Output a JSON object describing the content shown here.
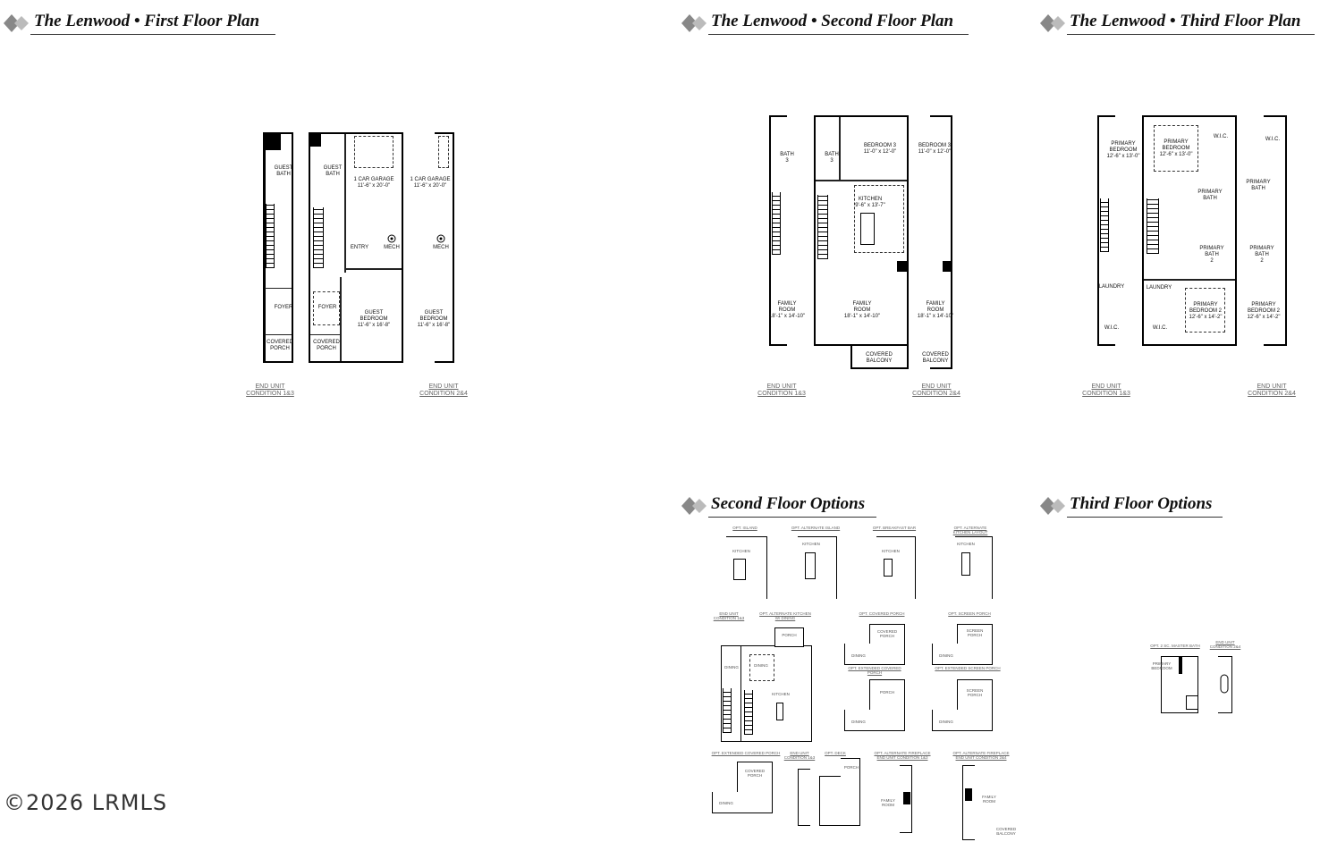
{
  "headers": {
    "first": "The Lenwood • First Floor Plan",
    "second": "The Lenwood • Second Floor Plan",
    "third": "The Lenwood • Third Floor Plan",
    "second_opts": "Second Floor Options",
    "third_opts": "Third Floor Options"
  },
  "first_floor": {
    "guest_bath_a": "GUEST\nBATH",
    "guest_bath_b": "GUEST\nBATH",
    "garage_b": "1 CAR GARAGE\n11'-6\" x 20'-0\"",
    "garage_c": "1 CAR GARAGE\n11'-6\" x 20'-0\"",
    "entry": "ENTRY",
    "mech_b": "MECH",
    "mech_c": "MECH",
    "foyer_a": "FOYER",
    "foyer_b": "FOYER",
    "guest_bed_b": "GUEST\nBEDROOM\n11'-6\" x 16'-8\"",
    "guest_bed_c": "GUEST\nBEDROOM\n11'-6\" x 16'-8\"",
    "porch_a": "COVERED\nPORCH",
    "porch_b": "COVERED\nPORCH",
    "cap_a": "END UNIT\nCONDITION 1&3",
    "cap_c": "END UNIT\nCONDITION 2&4"
  },
  "second_floor": {
    "bath_a": "BATH\n3",
    "bath_b": "BATH\n3",
    "bed3_b": "BEDROOM 3\n11'-0\" x 12'-0\"",
    "bed3_c": "BEDROOM 3\n11'-0\" x 12'-0\"",
    "kitchen_b": "KITCHEN\n9'-6\" x 13'-7\"",
    "family_a": "FAMILY\nROOM\n18'-1\" x 14'-10\"",
    "family_b": "FAMILY\nROOM\n18'-1\" x 14'-10\"",
    "family_c": "FAMILY\nROOM\n18'-1\" x 14'-10\"",
    "balcony_b": "COVERED\nBALCONY",
    "balcony_c": "COVERED\nBALCONY",
    "cap_a": "END UNIT\nCONDITION 1&3",
    "cap_c": "END UNIT\nCONDITION 2&4"
  },
  "third_floor": {
    "pbed_a": "PRIMARY\nBEDROOM\n12'-6\" x 13'-0\"",
    "pbed_b": "PRIMARY\nBEDROOM\n12'-6\" x 13'-0\"",
    "wic_b": "W.I.C.",
    "wic_c": "W.I.C.",
    "pbath_b": "PRIMARY\nBATH",
    "pbath_c": "PRIMARY\nBATH",
    "pbath2_b": "PRIMARY\nBATH\n2",
    "pbath2_c": "PRIMARY\nBATH\n2",
    "laundry_a": "LAUNDRY",
    "laundry_b": "LAUNDRY",
    "wic2_a": "W.I.C.",
    "wic2_b": "W.I.C.",
    "pbed2_b": "PRIMARY\nBEDROOM 2\n12'-6\" x 14'-2\"",
    "pbed2_c": "PRIMARY\nBEDROOM 2\n12'-6\" x 14'-2\"",
    "cap_a": "END UNIT\nCONDITION 1&3",
    "cap_c": "END UNIT\nCONDITION 2&4"
  },
  "second_options": {
    "row1": [
      "OPT. ISLAND",
      "OPT. ALTERNATE ISLAND",
      "OPT. BREAKFAST BAR",
      "OPT. ALTERNATE\nKITCHEN LAYOUT"
    ],
    "row2": [
      "END UNIT\nCONDITION 1&3",
      "OPT. ALTERNATE KITCHEN\nW/ DINING",
      "OPT. COVERED PORCH",
      "OPT. SCREEN PORCH"
    ],
    "row2b": [
      "OPT. EXTENDED COVERED PORCH",
      "OPT. EXTENDED SCREEN PORCH"
    ],
    "row3": [
      "OPT. EXTENDED COVERED PORCH",
      "END UNIT\nCONDITION 1&3",
      "OPT. DECK",
      "OPT. ALTERNATE FIREPLACE\nEND UNIT CONDITION 1&3",
      "OPT. ALTERNATE FIREPLACE\nEND UNIT CONDITION 2&4"
    ],
    "porch": "PORCH",
    "covered_porch": "COVERED\nPORCH",
    "screen_porch": "SCREEN\nPORCH",
    "dining": "DINING",
    "kitchen": "KITCHEN",
    "family_room": "FAMILY\nROOM",
    "covered_balcony": "COVERED\nBALCONY"
  },
  "third_options": {
    "cap_left": "OPT. 2 SC. MASTER BATH",
    "cap_right": "END UNIT\nCONDITION 2&4",
    "pbed": "PRIMARY\nBEDROOM"
  },
  "watermark": "©2026 LRMLS"
}
